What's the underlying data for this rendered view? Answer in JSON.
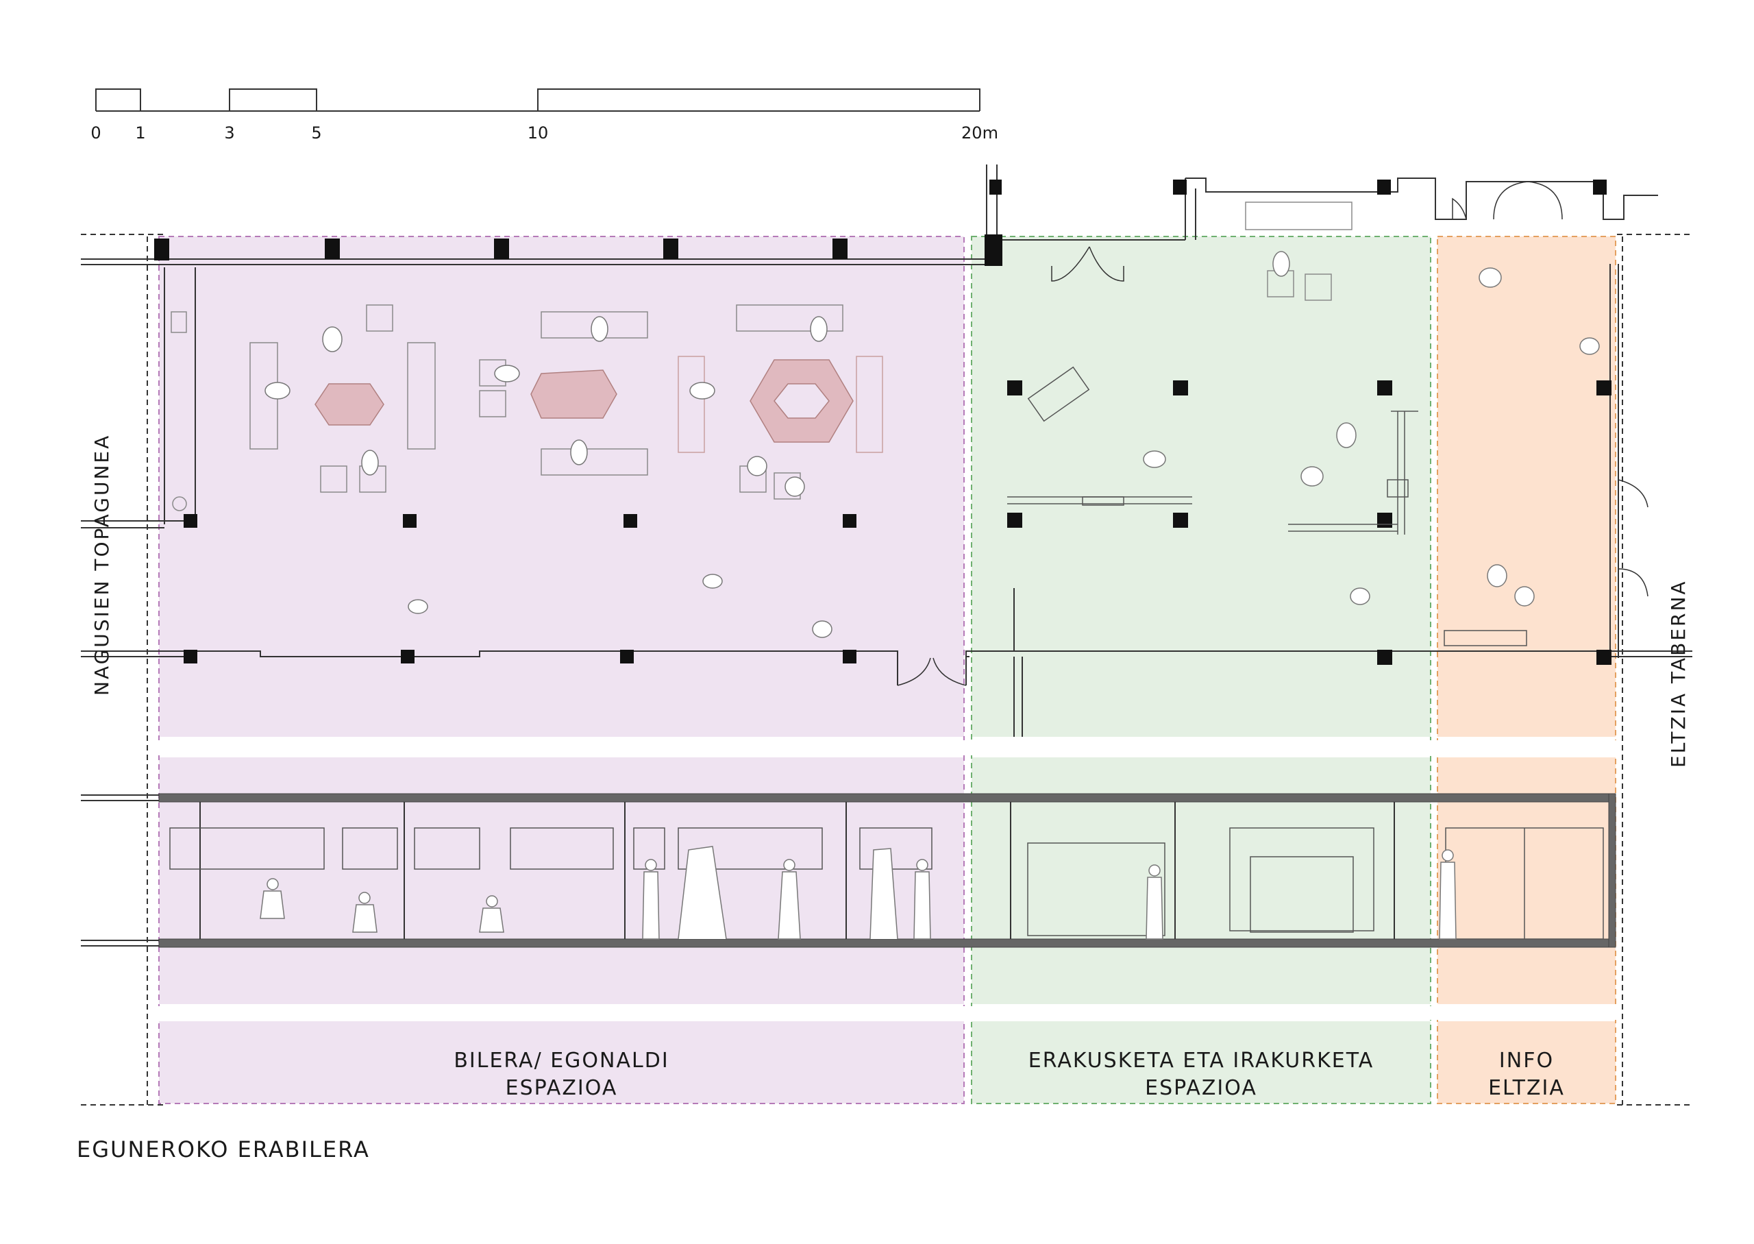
{
  "scale_bar": {
    "ticks": [
      "0",
      "1",
      "3",
      "5",
      "10",
      "20m"
    ]
  },
  "zones": [
    {
      "id": "bilera",
      "label_line1": "BILERA/ EGONALDI",
      "label_line2": "ESPAZIOA",
      "fill": "#efe3f1",
      "stroke": "#b57ab8"
    },
    {
      "id": "erakusketa",
      "label_line1": "ERAKUSKETA ETA IRAKURKETA",
      "label_line2": "ESPAZIOA",
      "fill": "#e4f0e3",
      "stroke": "#6fb070"
    },
    {
      "id": "info",
      "label_line1": "INFO",
      "label_line2": "ELTZIA",
      "fill": "#fde2cf",
      "stroke": "#e4a060"
    }
  ],
  "side_labels": {
    "left": "NAGUSIEN TOPAGUNEA",
    "right": "ELTZIA TABERNA"
  },
  "caption": "EGUNEROKO ERABILERA",
  "colors": {
    "line": "#333333",
    "column": "#111111",
    "furniture": "#8a8a8a",
    "furniture_accent": "#c9a0a0"
  }
}
